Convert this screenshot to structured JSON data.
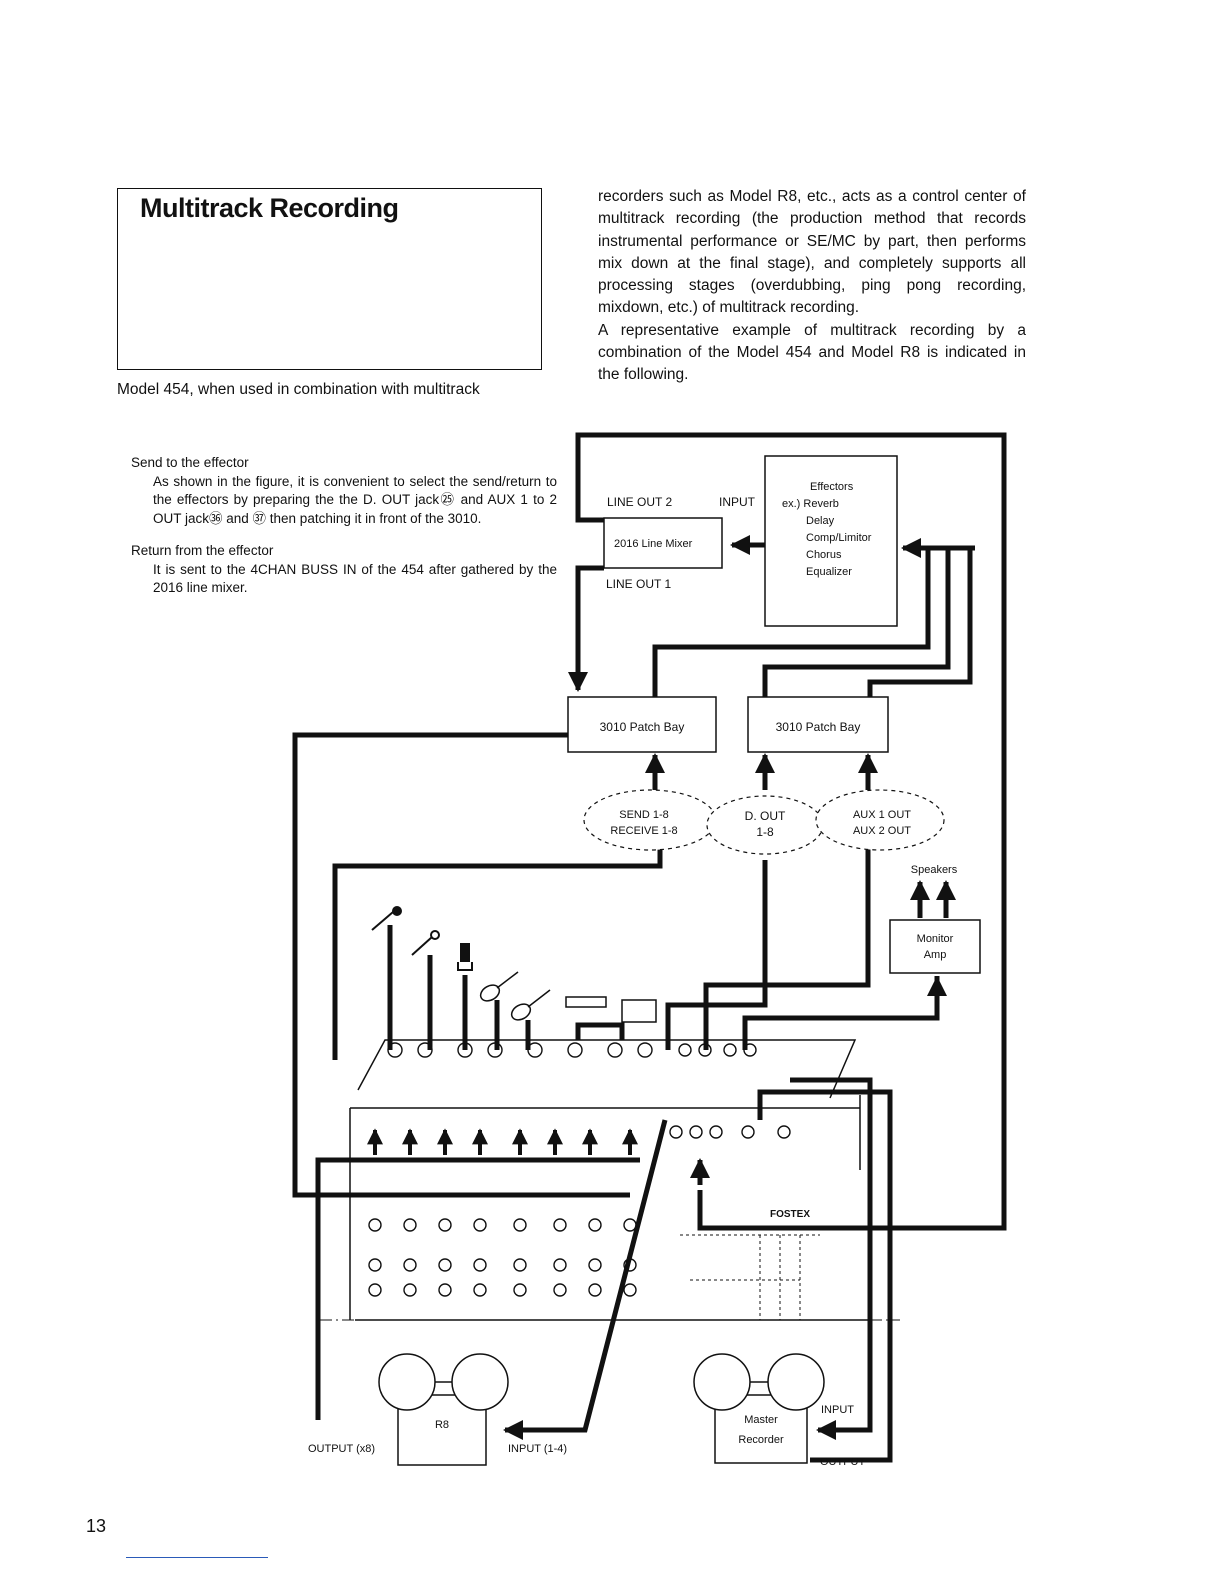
{
  "section": {
    "title": "Multitrack Recording",
    "intro_left": "Model 454, when used in combination with multitrack",
    "intro_right_1": "recorders such as Model R8, etc., acts as a control center of multitrack recording (the production method that records instrumental performance or SE/MC by part, then performs mix down at the final stage), and completely supports all processing stages (overdubbing, ping pong recording, mixdown, etc.) of multitrack recording.",
    "intro_right_2": "A representative example of multitrack recording by a combination of the Model 454 and Model R8 is indicated in the following."
  },
  "notes": {
    "send_heading": "Send to the effector",
    "send_body": "As shown in the figure, it is convenient to select the send/return to the effectors by preparing the the D. OUT jack㉕ and AUX 1 to 2 OUT jack㊱ and ㊲ then patching it in front of the 3010.",
    "return_heading": "Return from the effector",
    "return_body": "It is sent to the 4CHAN BUSS IN of the 454 after gathered by the 2016 line mixer."
  },
  "diagram": {
    "line_out_2": "LINE OUT 2",
    "input_label": "INPUT",
    "line_mixer": "2016 Line Mixer",
    "line_out_1": "LINE OUT 1",
    "effectors_title": "Effectors",
    "effectors_list": [
      "ex.) Reverb",
      "Delay",
      "Comp/Limitor",
      "Chorus",
      "Equalizer"
    ],
    "patch_bay_left": "3010 Patch Bay",
    "patch_bay_right": "3010 Patch Bay",
    "send_receive": [
      "SEND 1-8",
      "RECEIVE 1-8"
    ],
    "d_out": [
      "D. OUT",
      "1-8"
    ],
    "aux_out": [
      "AUX 1 OUT",
      "AUX 2 OUT"
    ],
    "speakers": "Speakers",
    "monitor_amp": [
      "Monitor",
      "Amp"
    ],
    "mixer_brand": "FOSTEX",
    "r8_label": "R8",
    "r8_output": "OUTPUT (x8)",
    "r8_input": "INPUT (1-4)",
    "master_recorder": [
      "Master",
      "Recorder"
    ],
    "master_input": "INPUT",
    "master_output": "OUTPUT"
  },
  "page": {
    "number": "13"
  }
}
